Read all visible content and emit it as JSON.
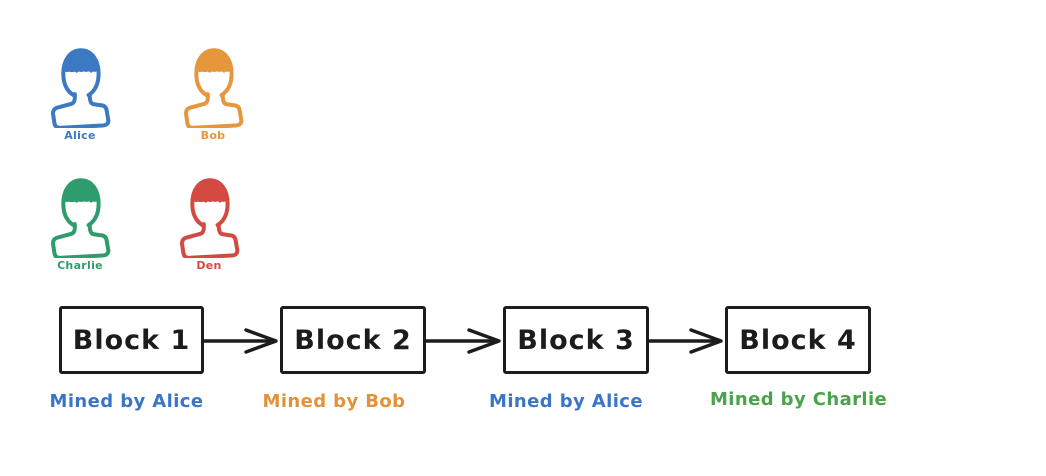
{
  "diagram": {
    "background": "#ffffff",
    "ink_color": "#1c1c1c"
  },
  "people": [
    {
      "name": "Alice",
      "color": "#3b79c2"
    },
    {
      "name": "Bob",
      "color": "#e6973c"
    },
    {
      "name": "Charlie",
      "color": "#2f9c6d"
    },
    {
      "name": "Den",
      "color": "#d24a42"
    }
  ],
  "chain": {
    "blocks": [
      {
        "label": "Block 1",
        "caption": "Mined by Alice",
        "caption_color": "#3b76c6"
      },
      {
        "label": "Block 2",
        "caption": "Mined by Bob",
        "caption_color": "#e2923a"
      },
      {
        "label": "Block 3",
        "caption": "Mined by Alice",
        "caption_color": "#3b76c6"
      },
      {
        "label": "Block 4",
        "caption": "Mined by Charlie",
        "caption_color": "#4aa24b"
      }
    ]
  }
}
